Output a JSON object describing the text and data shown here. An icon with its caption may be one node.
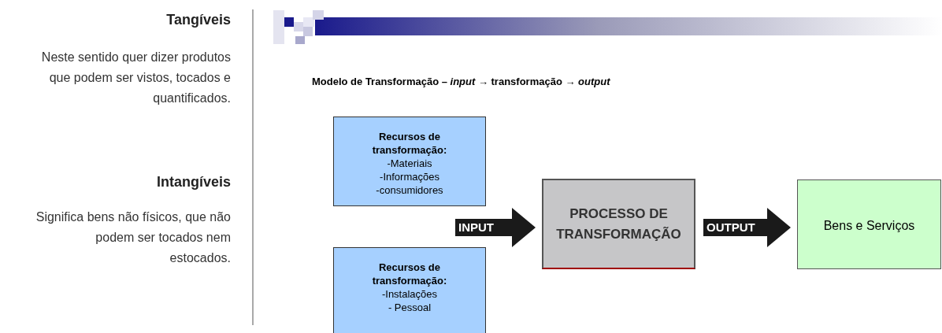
{
  "diagram": {
    "title": "Modelo de Transformação – *input* → transformação → *output*",
    "nodes": [
      {
        "text": [
          "Recursos de transformação:",
          "-Materiais",
          "-Informações",
          "-consumidores"
        ]
      },
      {
        "text": [
          "Recursos de transformação:",
          "-Instalações",
          "- Pessoal"
        ]
      },
      {
        "text": [
          "PROCESSO DE TRANSFORMAÇÃO"
        ]
      },
      {
        "text": [
          "Bens e Serviços"
        ]
      }
    ],
    "edges": [
      {
        "from": null,
        "to": 2,
        "arrow": "to",
        "label": "INPUT"
      },
      {
        "from": 2,
        "to": 3,
        "arrow": "to",
        "label": "OUTPUT"
      }
    ],
    "labels": [
      "Tangíveis",
      "Neste sentido quer dizer produtos que podem ser vistos, tocados e quantificados.",
      "Intangíveis",
      "Significa bens não físicos, que não podem ser tocados nem estocados."
    ]
  }
}
